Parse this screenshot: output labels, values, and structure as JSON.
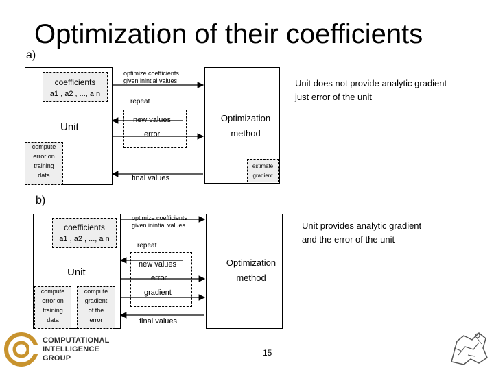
{
  "title": "Optimization of their coefficients",
  "page_number": "15",
  "logo": {
    "line1": "COMPUTATIONAL",
    "line2": "INTELLIGENCE",
    "line3": "GROUP"
  },
  "part_a": {
    "label": "a)",
    "coefficients_label": "coefficients",
    "coefficients_formula": "a1 , a2 , ..., a n",
    "unit_label": "Unit",
    "compute_error": [
      "compute",
      "error on",
      "training",
      "data"
    ],
    "init_line1": "optimize coefficients",
    "init_line2": "given inintial values",
    "repeat": "repeat",
    "new_values": "new values",
    "error": "error",
    "final_values": "final values",
    "estimate_line1": "estimate",
    "estimate_line2": "gradient",
    "opt_line1": "Optimization",
    "opt_line2": "method",
    "note_line1": "Unit does not provide analytic gradient",
    "note_line2": "just error of the unit"
  },
  "part_b": {
    "label": "b)",
    "coefficients_label": "coefficients",
    "coefficients_formula": "a1 , a2 , ..., a n",
    "unit_label": "Unit",
    "compute_error": [
      "compute",
      "error on",
      "training",
      "data"
    ],
    "compute_gradient": [
      "compute",
      "gradient",
      "of the",
      "error"
    ],
    "init_line1": "optimize coefficients",
    "init_line2": "given inintial values",
    "repeat": "repeat",
    "new_values": "new values",
    "error": "error",
    "gradient": "gradient",
    "final_values": "final values",
    "opt_line1": "Optimization",
    "opt_line2": "method",
    "note_line1": "Unit provides analytic gradient",
    "note_line2": "and the error of the unit"
  }
}
